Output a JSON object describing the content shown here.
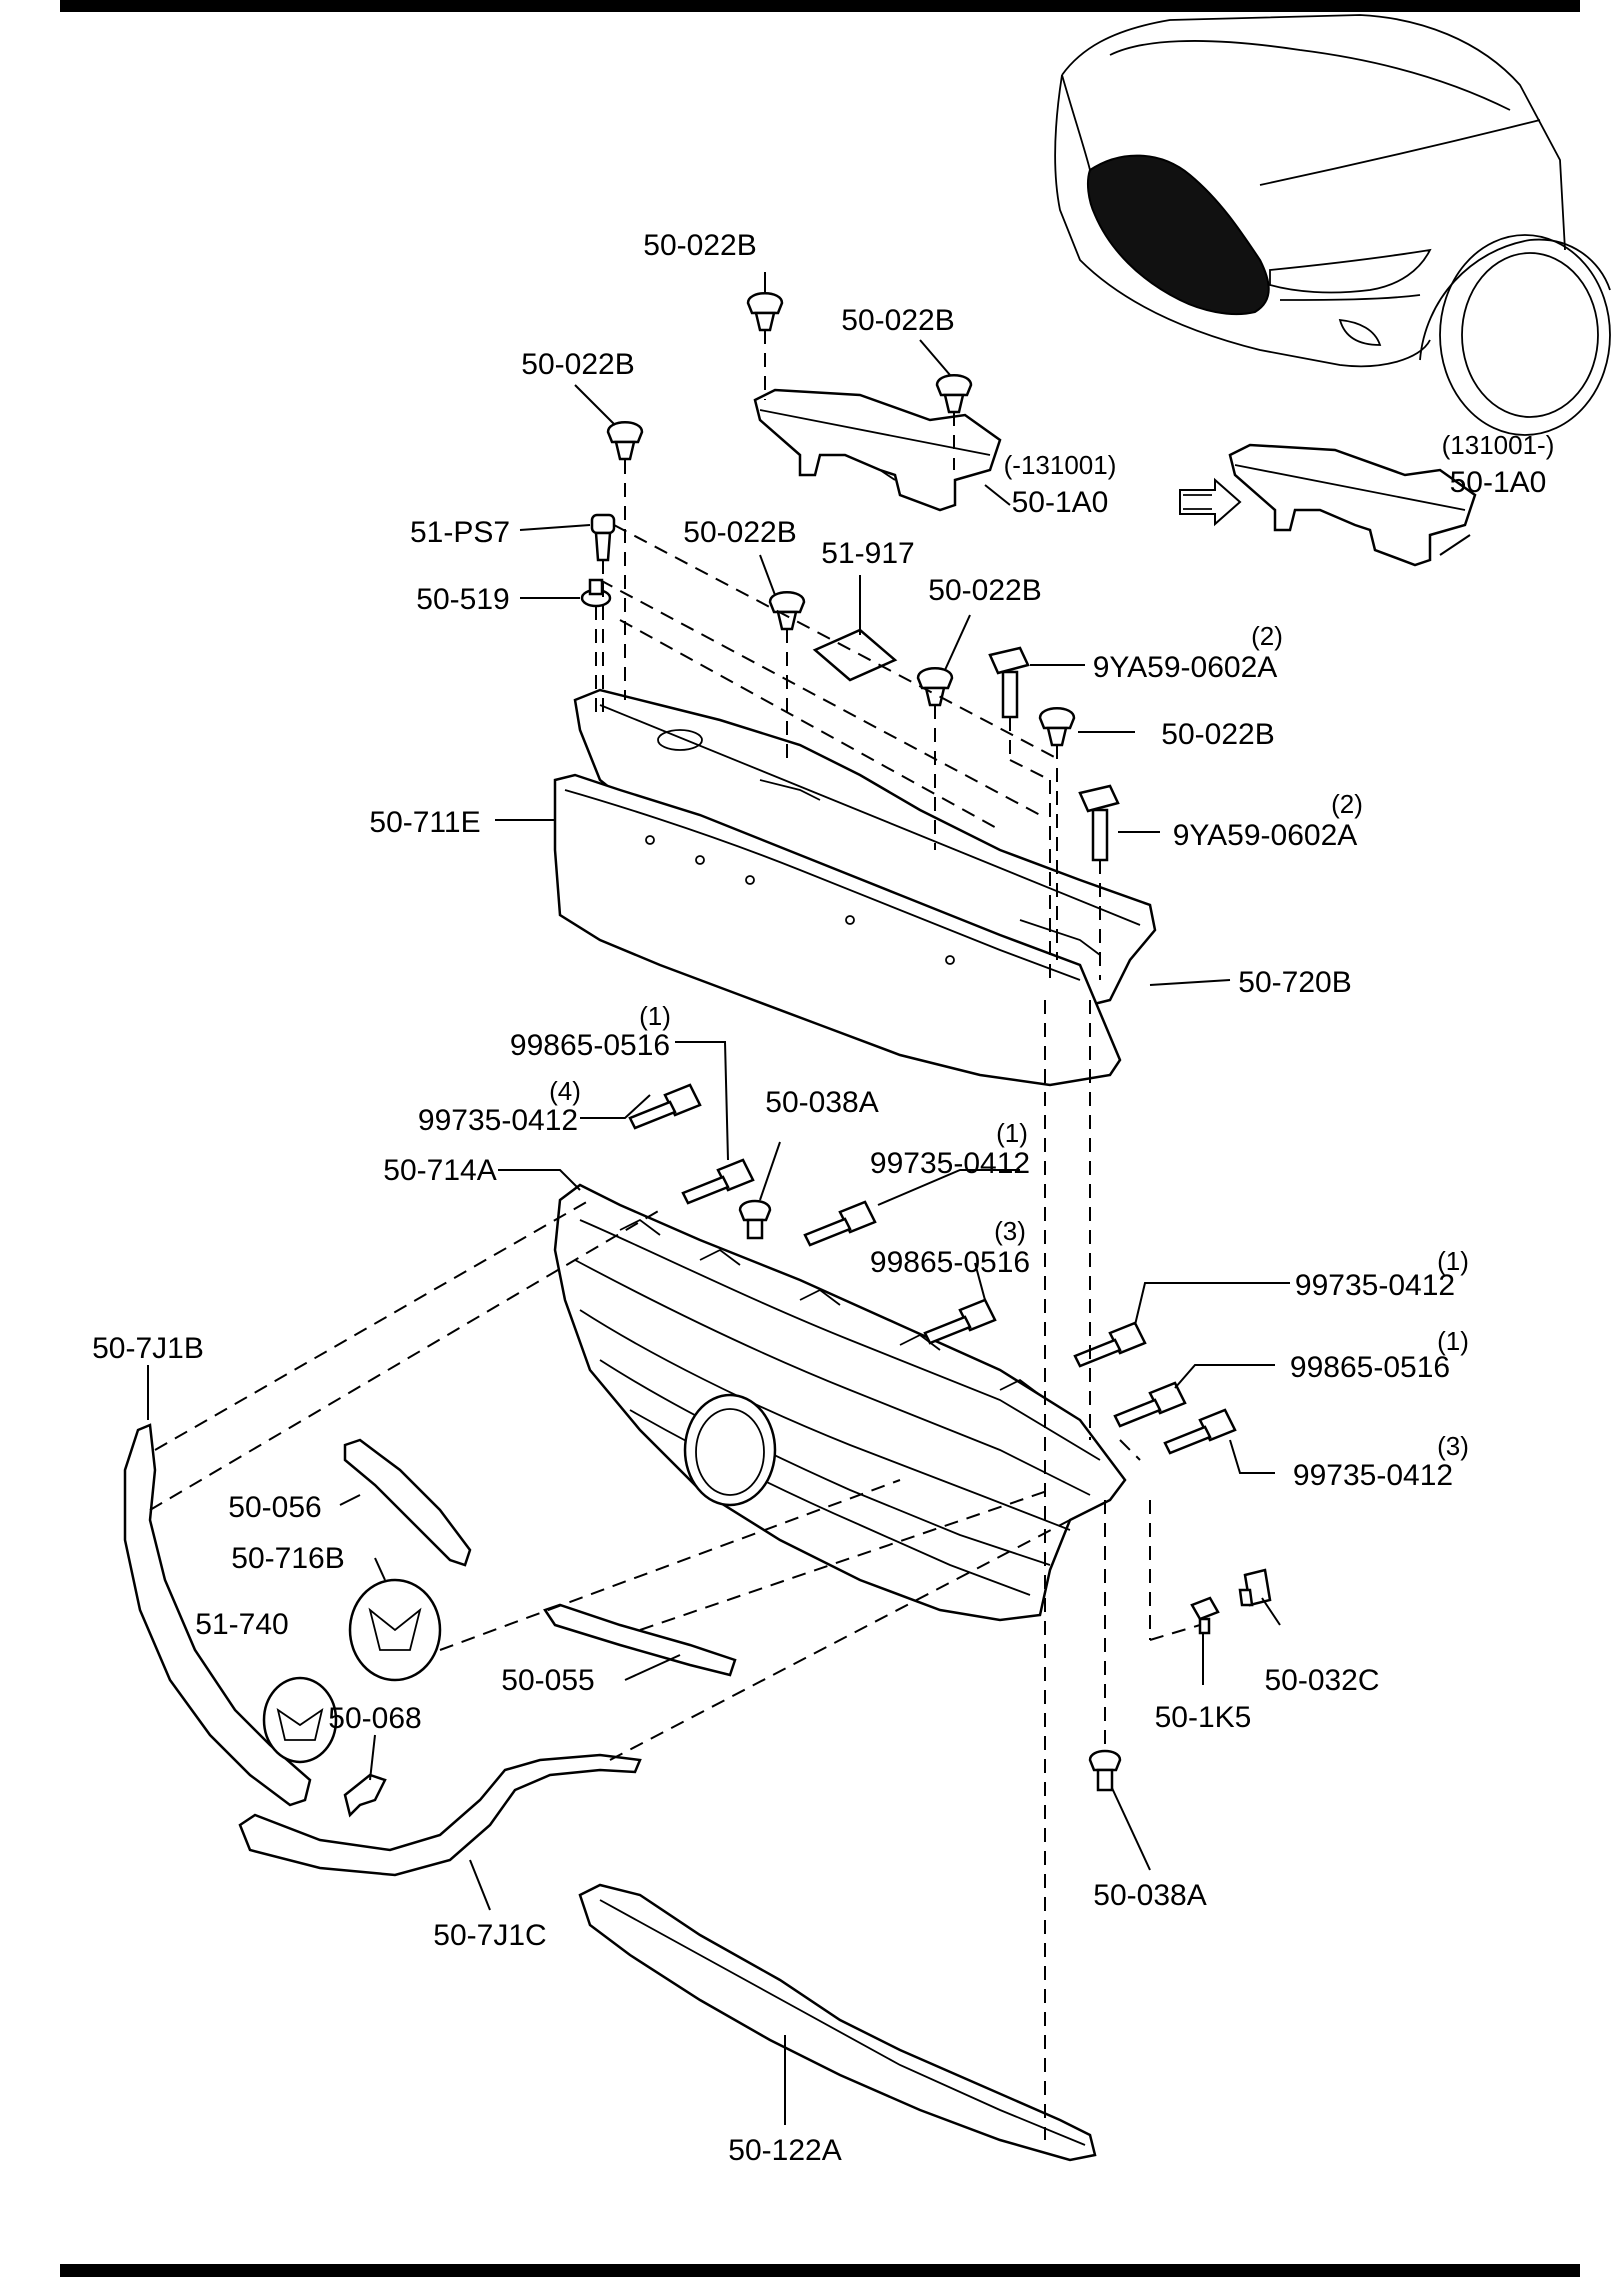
{
  "diagram": {
    "callouts": {
      "c1": "50-022B",
      "c2": "50-022B",
      "c3": "50-022B",
      "c4": "(-131001)",
      "c5": "50-1A0",
      "c6": "(131001-)",
      "c7": "50-1A0",
      "c8": "51-PS7",
      "c9": "50-022B",
      "c10": "51-917",
      "c11": "50-519",
      "c12": "50-022B",
      "c13": "(2)",
      "c14": "9YA59-0602A",
      "c15": "50-022B",
      "c16": "50-711E",
      "c17": "(2)",
      "c18": "9YA59-0602A",
      "c19": "50-720B",
      "c20": "(1)",
      "c21": "99865-0516",
      "c22": "(4)",
      "c23": "99735-0412",
      "c24": "50-038A",
      "c25": "(1)",
      "c26": "99735-0412",
      "c27": "50-714A",
      "c28": "(3)",
      "c29": "99865-0516",
      "c30": "(1)",
      "c31": "99735-0412",
      "c32": "50-7J1B",
      "c33": "(1)",
      "c34": "99865-0516",
      "c35": "(3)",
      "c36": "99735-0412",
      "c37": "50-056",
      "c38": "50-716B",
      "c39": "51-740",
      "c40": "50-055",
      "c41": "50-032C",
      "c42": "50-068",
      "c43": "50-1K5",
      "c44": "50-038A",
      "c45": "50-7J1C",
      "c46": "50-122A"
    }
  }
}
